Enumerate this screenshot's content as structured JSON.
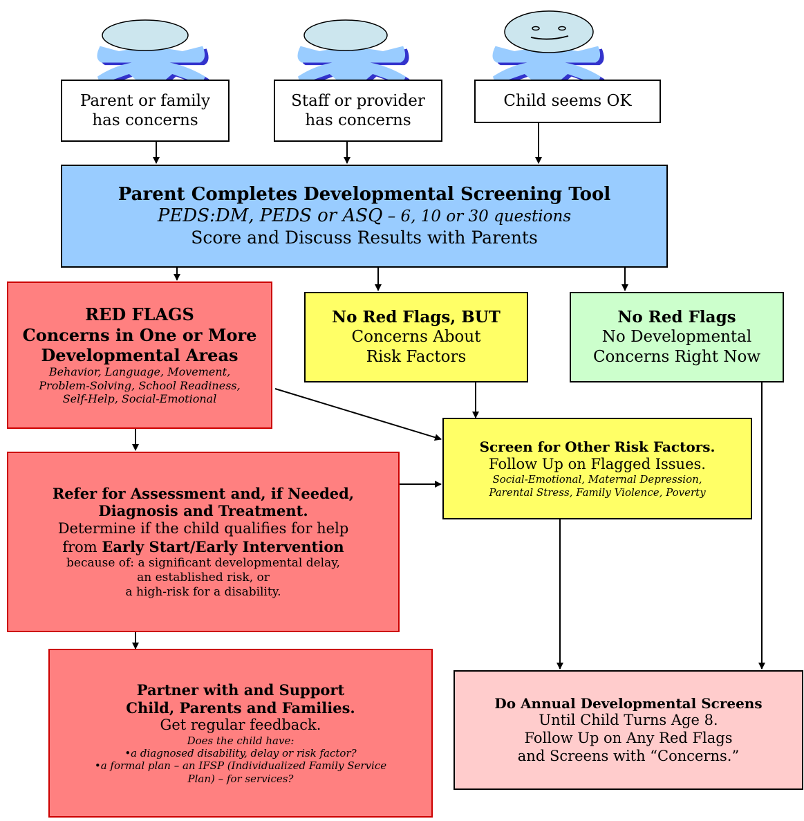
{
  "people": [
    {
      "label_1": "Parent or family",
      "label_2": "has concerns",
      "face": "blank"
    },
    {
      "label_1": "Staff or provider",
      "label_2": "has concerns",
      "face": "blank"
    },
    {
      "label_1": "Child seems OK",
      "face": "smiley"
    }
  ],
  "screening": {
    "title": "Parent Completes Developmental Screening Tool",
    "tools": "PEDS:DM, PEDS or ASQ",
    "questions": " – 6, 10 or 30 questions",
    "note": "Score and Discuss Results with Parents"
  },
  "red_flags": {
    "line_1": "RED FLAGS",
    "line_2": "Concerns in One or More",
    "line_3": "Developmental Areas",
    "areas_1": "Behavior, Language, Movement,",
    "areas_2": "Problem-Solving, School Readiness,",
    "areas_3": "Self-Help, Social-Emotional"
  },
  "risk_concerns": {
    "title": "No Red Flags, BUT",
    "line_2": "Concerns About",
    "line_3": "Risk Factors"
  },
  "no_red_flags": {
    "title": "No Red Flags",
    "line_2": "No Developmental",
    "line_3": "Concerns Right Now"
  },
  "other_risks": {
    "title": "Screen for Other Risk Factors.",
    "line_2": "Follow Up on Flagged Issues.",
    "detail_1": "Social-Emotional, Maternal Depression,",
    "detail_2": "Parental Stress, Family Violence, Poverty"
  },
  "refer": {
    "title_1": "Refer for Assessment and, if Needed,",
    "title_2": "Diagnosis and Treatment.",
    "line_3": "Determine if the child qualifies for help",
    "line_4_prefix": "from ",
    "line_4_bold": "Early Start/Early Intervention",
    "line_5": "because of: a significant developmental delay,",
    "line_6": "an established risk, or",
    "line_7": "a high-risk for a disability."
  },
  "partner": {
    "title_1": "Partner with and Support",
    "title_2": "Child, Parents and Families.",
    "line_3": "Get regular feedback.",
    "question": "Does the child have:",
    "bullet_1": "•a diagnosed disability, delay or risk factor?",
    "bullet_2a": "•a formal plan – an IFSP (Individualized Family Service",
    "bullet_2b": "Plan) – for services?"
  },
  "annual": {
    "title": "Do Annual Developmental Screens",
    "line_2": "Until Child Turns Age 8.",
    "line_3": "Follow Up on Any Red Flags",
    "line_4": "and Screens with “Concerns.”"
  },
  "colors": {
    "screening_fill": "#99ccff",
    "red_fill": "#ff8080",
    "red_border": "#cc0000",
    "yellow_fill": "#ffff66",
    "green_fill": "#ccffcc",
    "pink_fill": "#ffcccc",
    "figure_blue": "#99ccff",
    "figure_shade": "#3333cc",
    "head_fill": "#cce6ee"
  }
}
